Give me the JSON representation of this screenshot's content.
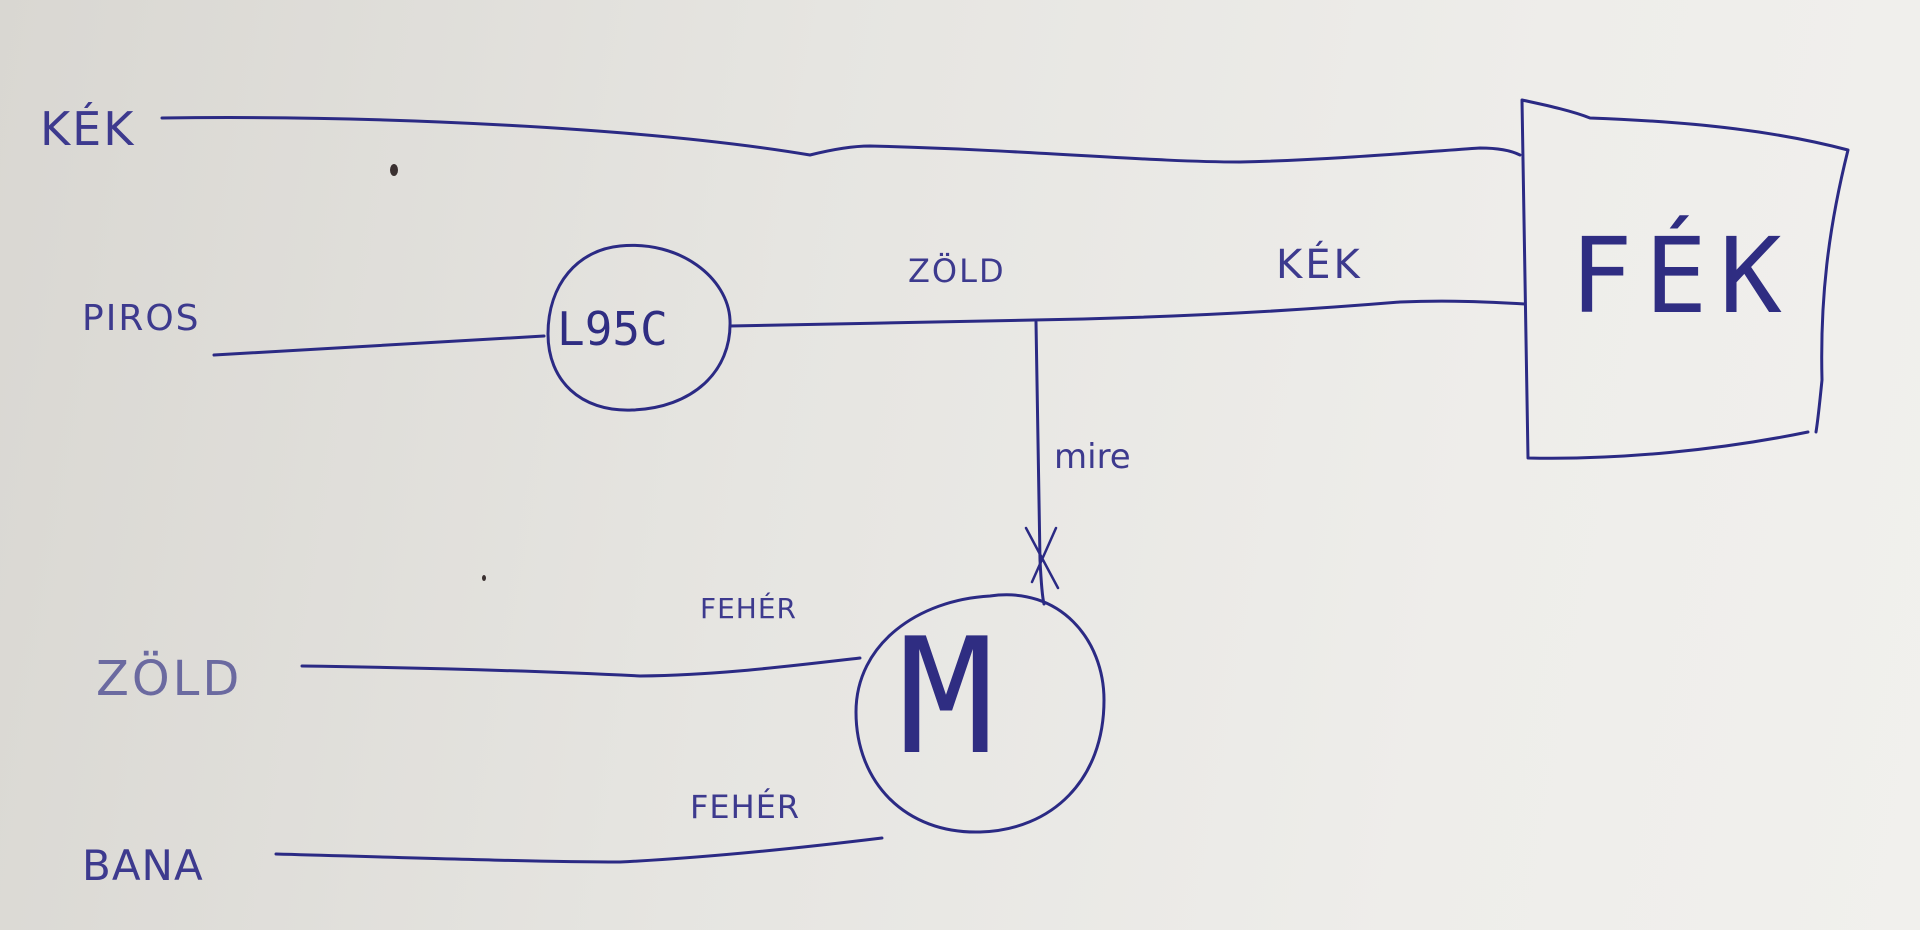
{
  "labels": {
    "kek_left": "KÉK",
    "piros": "PIROS",
    "zold_left": "ZÖLD",
    "bana": "BANA",
    "component_l95c": "L95C",
    "zold_wire": "ZÖLD",
    "kek_wire": "KÉK",
    "fek": "FÉK",
    "mire": "mire",
    "feher_top": "FEHÉR",
    "feher_bottom": "FEHÉR",
    "motor": "M"
  },
  "colors": {
    "ink": "#2b2a84",
    "paper": "#e9e8e4"
  }
}
